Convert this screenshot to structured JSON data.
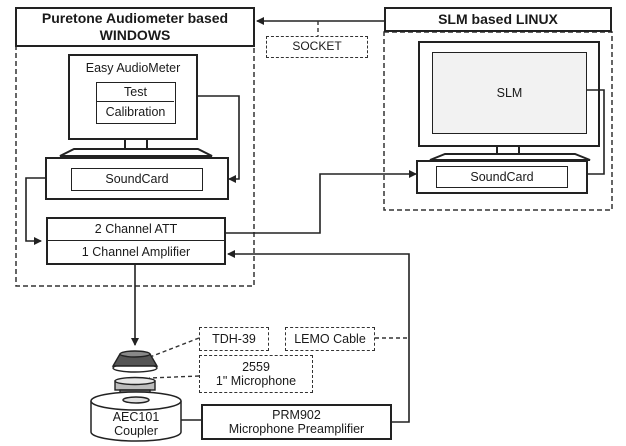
{
  "windows": {
    "title_line1": "Puretone Audiometer based",
    "title_line2": "WINDOWS",
    "app_title": "Easy AudioMeter",
    "test": "Test",
    "calibration": "Calibration",
    "soundcard": "SoundCard",
    "att": "2 Channel ATT",
    "amplifier": "1 Channel Amplifier"
  },
  "linux": {
    "title": "SLM based LINUX",
    "screen": "SLM",
    "soundcard": "SoundCard"
  },
  "socket": "SOCKET",
  "tdh": "TDH-39",
  "lemo": "LEMO Cable",
  "mic_line1": "2559",
  "mic_line2": "1\" Microphone",
  "coupler_line1": "AEC101",
  "coupler_line2": "Coupler",
  "preamp_line1": "PRM902",
  "preamp_line2": "Microphone Preamplifier",
  "colors": {
    "line": "#222222",
    "screen_fill": "#f2f2f2"
  }
}
